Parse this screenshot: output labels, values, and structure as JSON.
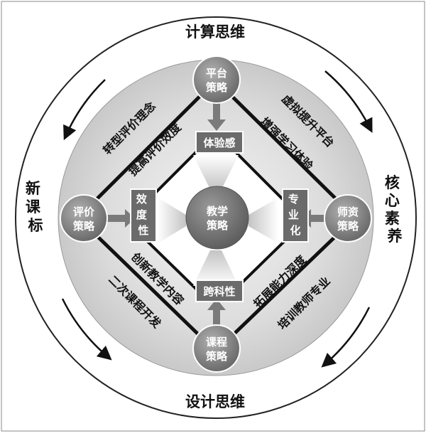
{
  "ring": {
    "top": "计算思维",
    "bottom": "设计思维",
    "left": "新课标",
    "right": "核心素养"
  },
  "nodes": {
    "top": [
      "平台",
      "策略"
    ],
    "left": [
      "评价",
      "策略"
    ],
    "right": [
      "师资",
      "策略"
    ],
    "bottom": [
      "课程",
      "策略"
    ],
    "center": [
      "教学",
      "策略"
    ]
  },
  "boxes": {
    "top": "体验感",
    "bottom": "跨科性",
    "left": "效度性",
    "right": "专业化"
  },
  "side_labels": {
    "top_left_outer": "转型评价理念",
    "top_left_inner": "提高评价效度",
    "top_right_outer": "虚拟提升平台",
    "top_right_inner": "增强学习体验",
    "bottom_left_inner": "创新教学内容",
    "bottom_left_outer": "二次课程开发",
    "bottom_right_inner": "拓展能力深度",
    "bottom_right_outer": "培训教师专业"
  },
  "colors": {
    "node": "#7a7a7a",
    "box": "#6b6b6b",
    "disk": "#d4d4d4",
    "line": "#111111"
  }
}
